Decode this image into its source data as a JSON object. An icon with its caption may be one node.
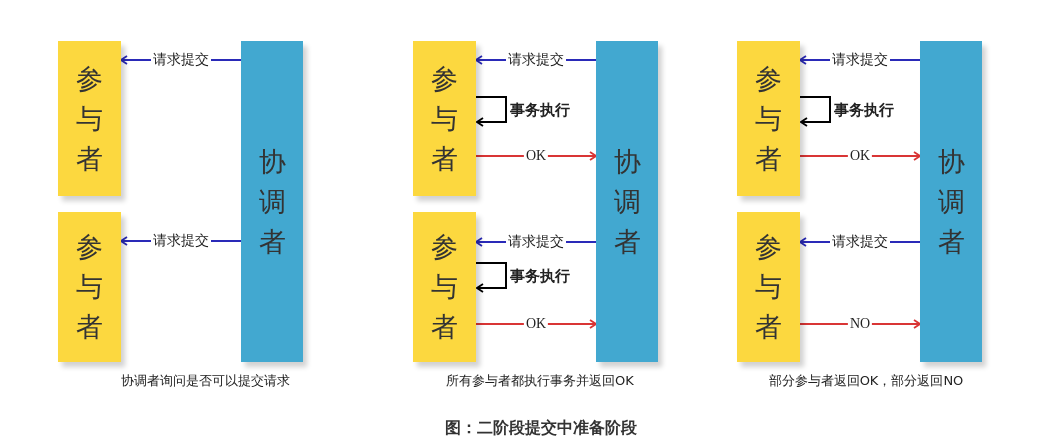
{
  "diagram": {
    "caption": "图：二阶段提交中准备阶段",
    "nodes": [
      {
        "text": [
          "参与者"
        ]
      },
      {
        "text": [
          "参与者"
        ]
      },
      {
        "text": [
          "协调者"
        ]
      },
      {
        "text": [
          "参与者"
        ]
      },
      {
        "text": [
          "参与者"
        ]
      },
      {
        "text": [
          "协调者"
        ]
      },
      {
        "text": [
          "参与者"
        ]
      },
      {
        "text": [
          "参与者"
        ]
      },
      {
        "text": [
          "协调者"
        ]
      }
    ],
    "edges": [
      {
        "from": 2,
        "to": 0,
        "arrow": "to",
        "label": "请求提交"
      },
      {
        "from": 2,
        "to": 1,
        "arrow": "to",
        "label": "请求提交"
      },
      {
        "from": 5,
        "to": 3,
        "arrow": "to",
        "label": "请求提交"
      },
      {
        "from": 3,
        "to": 3,
        "arrow": "to",
        "label": "事务执行",
        "color": "#000000"
      },
      {
        "from": 3,
        "to": 5,
        "arrow": "to",
        "label": "OK",
        "color": "#d93535"
      },
      {
        "from": 5,
        "to": 4,
        "arrow": "to",
        "label": "请求提交"
      },
      {
        "from": 4,
        "to": 4,
        "arrow": "to",
        "label": "事务执行",
        "color": "#000000"
      },
      {
        "from": 4,
        "to": 5,
        "arrow": "to",
        "label": "OK",
        "color": "#d93535"
      },
      {
        "from": 8,
        "to": 6,
        "arrow": "to",
        "label": "请求提交"
      },
      {
        "from": 6,
        "to": 6,
        "arrow": "to",
        "label": "事务执行",
        "color": "#000000"
      },
      {
        "from": 6,
        "to": 8,
        "arrow": "to",
        "label": "OK",
        "color": "#d93535"
      },
      {
        "from": 8,
        "to": 7,
        "arrow": "to",
        "label": "请求提交"
      },
      {
        "from": 7,
        "to": 8,
        "arrow": "to",
        "label": "NO",
        "color": "#d93535"
      }
    ],
    "labels": [
      "协调者询问是否可以提交请求",
      "所有参与者都执行事务并返回OK",
      "部分参与者返回OK，部分返回NO"
    ]
  }
}
